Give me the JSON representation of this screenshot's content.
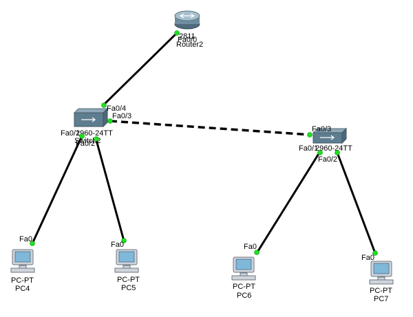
{
  "devices": {
    "router": {
      "model": "2811",
      "name": "Router2",
      "port": "Fa0/0"
    },
    "switch_left": {
      "model": "2960-24TT",
      "name": "Switch2",
      "ports": {
        "p4": "Fa0/4",
        "p3": "Fa0/3",
        "p1": "Fa0/1",
        "p2": "Fa0/2"
      }
    },
    "switch_right": {
      "model": "2960-24TT",
      "ports": {
        "p3": "Fa0/3",
        "p1": "Fa0/1",
        "p2": "Fa0/2"
      }
    },
    "pcs": [
      {
        "type": "PC-PT",
        "name": "PC4",
        "port": "Fa0"
      },
      {
        "type": "PC-PT",
        "name": "PC5",
        "port": "Fa0"
      },
      {
        "type": "PC-PT",
        "name": "PC6",
        "port": "Fa0"
      },
      {
        "type": "PC-PT",
        "name": "PC7",
        "port": "Fa0"
      }
    ]
  },
  "colors": {
    "link": "#000000",
    "port_up": "#1fe01f"
  },
  "icons": {
    "router": "router-icon",
    "switch": "switch-icon",
    "pc": "pc-icon"
  }
}
